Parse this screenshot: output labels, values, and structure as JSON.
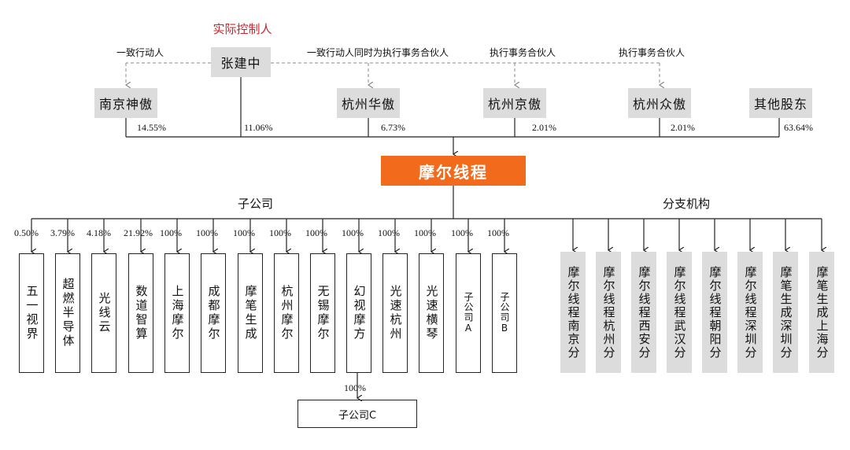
{
  "controller": {
    "title": "实际控制人",
    "name": "张建中"
  },
  "relation_labels": {
    "concert": "一致行动人",
    "concert_and_gp": "一致行动人同时为执行事务合伙人",
    "gp_1": "执行事务合伙人",
    "gp_2": "执行事务合伙人"
  },
  "shareholders": [
    {
      "name": "南京神傲",
      "pct": "14.55%"
    },
    {
      "name": "张建中",
      "pct": "11.06%"
    },
    {
      "name": "杭州华傲",
      "pct": "6.73%"
    },
    {
      "name": "杭州京傲",
      "pct": "2.01%"
    },
    {
      "name": "杭州众傲",
      "pct": "2.01%"
    },
    {
      "name": "其他股东",
      "pct": "63.64%"
    }
  ],
  "company": {
    "name": "摩尔线程"
  },
  "subsidiaries_title": "子公司",
  "branches_title": "分支机构",
  "subsidiaries": [
    {
      "name": "五一视界",
      "pct": "0.50%"
    },
    {
      "name": "超燃半导体",
      "pct": "3.79%"
    },
    {
      "name": "光线云",
      "pct": "4.18%"
    },
    {
      "name": "数道智算",
      "pct": "21.92%"
    },
    {
      "name": "上海摩尔",
      "pct": "100%"
    },
    {
      "name": "成都摩尔",
      "pct": "100%"
    },
    {
      "name": "摩笔生成",
      "pct": "100%"
    },
    {
      "name": "杭州摩尔",
      "pct": "100%"
    },
    {
      "name": "无锡摩尔",
      "pct": "100%"
    },
    {
      "name": "幻视摩方",
      "pct": "100%"
    },
    {
      "name": "光速杭州",
      "pct": "100%"
    },
    {
      "name": "光速横琴",
      "pct": "100%"
    },
    {
      "name": "子公司A",
      "pct": "100%"
    },
    {
      "name": "子公司B",
      "pct": "100%"
    }
  ],
  "sub_c": {
    "name": "子公司C",
    "pct": "100%"
  },
  "branches": [
    {
      "name": "摩尔线程南京分"
    },
    {
      "name": "摩尔线程杭州分"
    },
    {
      "name": "摩尔线程西安分"
    },
    {
      "name": "摩尔线程武汉分"
    },
    {
      "name": "摩尔线程朝阳分"
    },
    {
      "name": "摩尔线程深圳分"
    },
    {
      "name": "摩笔生成深圳分"
    },
    {
      "name": "摩笔生成上海分"
    }
  ]
}
